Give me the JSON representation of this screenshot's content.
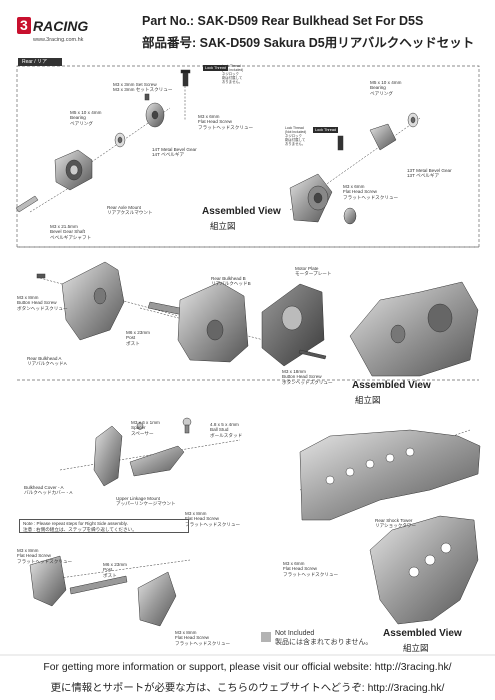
{
  "logo": {
    "text": "3RACING",
    "url_text": "www.3racing.com.hk"
  },
  "header": {
    "part_no_line": "Part No.: SAK-D509  Rear Bulkhead Set For D5S",
    "part_no_line_jp": "部品番号: SAK-D509  Sakura D5用リアバルクヘッドセット"
  },
  "section": {
    "label": "Rear / リア"
  },
  "section1": {
    "set_screw": [
      "M3 x 3mm Set Screw",
      "M3 x 3mm セットスクリュー"
    ],
    "bearing_left": [
      "M5 x 10 x 4mm",
      "Bearing",
      "ベアリング"
    ],
    "flat_screw_top": [
      "M3 x 6mm",
      "Flat Head Screw",
      "フラットヘッドスクリュー"
    ],
    "bevel_gear_14t": [
      "14T Metal Bevel Gear",
      "14T ベベルギア"
    ],
    "axle_mount": [
      "Rear Axle Mount",
      "リアアクスルマウント"
    ],
    "bevel_shaft": [
      "M3 x 21.5mm",
      "Bevel Gear Shaft",
      "ベベルギアシャフト"
    ],
    "bearing_right": [
      "M5 x 10 x 4mm",
      "Bearing",
      "ベアリング"
    ],
    "bevel_gear_13t": [
      "13T Metal Bevel Gear",
      "13T ベベルギア"
    ],
    "flat_screw_mid": [
      "M3 x 6mm",
      "Flat Head Screw",
      "フラットヘッドスクリュー"
    ],
    "lock_tag": "Lock Thread",
    "lock_note": [
      "Lock Thread",
      "(Not Included)",
      "ネジロック",
      "剤は付属して",
      "おりません。"
    ],
    "assembled": "Assembled View",
    "assembled_jp": "組立図"
  },
  "section2": {
    "button_screw_left": [
      "M3 x 8mm",
      "Button Head Screw",
      "ボタンヘッドスクリュー"
    ],
    "bulkhead_a": [
      "Rear Bulkhead A",
      "リアバルクヘッドA"
    ],
    "post": [
      "M6 x 23mm",
      "Post",
      "ポスト"
    ],
    "bulkhead_b": [
      "Rear Bulkhead B",
      "リアバルクヘッドB"
    ],
    "motor_plate": [
      "Motor Plate",
      "モータープレート"
    ],
    "button_screw_right": [
      "M3 x 18mm",
      "Button Head Screw",
      "ボタンヘッドスクリュー"
    ],
    "assembled": "Assembled View",
    "assembled_jp": "組立図"
  },
  "section3": {
    "spacer": [
      "M3 x 6 x 1mm",
      "Spacer",
      "スペーサー"
    ],
    "ball_stud": [
      "4.8 x 5 x 4mm",
      "Ball Stud",
      "ボールスタッド"
    ],
    "bulkhead_cover": [
      "Bulkhead Cover - A",
      "バルクヘッドカバー - A"
    ],
    "upper_linkage": [
      "Upper Linkage Mount",
      "アッパーリンケージマウント"
    ],
    "flat_screw_a": [
      "M3 x 8mm",
      "Flat Head Screw",
      "フラットヘッドスクリュー"
    ],
    "note": [
      "Note : Please repeat steps for Right Side assembly.",
      "注意 : 右側の組立は、ステップを繰り返してください。"
    ],
    "flat_screw_b": [
      "M3 x 8mm",
      "Flat Head Screw",
      "フラットヘッドスクリュー"
    ],
    "post": [
      "M6 x 23mm",
      "Post",
      "ポスト"
    ],
    "flat_screw_c": [
      "M3 x 8mm",
      "Flat Head Screw",
      "フラットヘッドスクリュー"
    ],
    "shock_tower": [
      "Rear Shock Tower",
      "リアショックタワー"
    ],
    "flat_screw_d": [
      "M3 x 6mm",
      "Flat Head Screw",
      "フラットヘッドスクリュー"
    ],
    "legend": [
      "Not Included",
      "製品には含まれておりません。"
    ],
    "assembled": "Assembled View",
    "assembled_jp": "組立図"
  },
  "footer": {
    "line_en": "For getting more information or support, please visit our official website: http://3racing.hk/",
    "line_jp": "更に情報とサポートが必要な方は、こちらのウェブサイトへどうぞ: http://3racing.hk/"
  },
  "colors": {
    "part_dark": "#5a5a5a",
    "part_mid": "#8c8c8c",
    "part_light": "#c9c9c9",
    "not_included": "#b3b3b3",
    "logo_red": "#c8102e"
  }
}
